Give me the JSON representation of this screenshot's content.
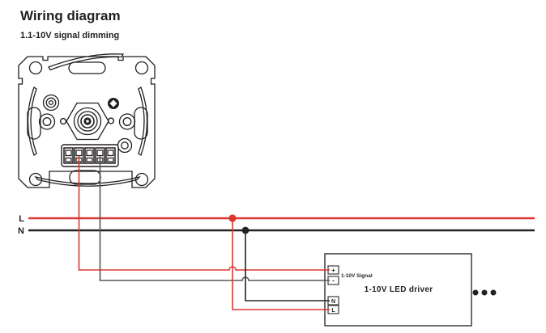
{
  "title": "Wiring diagram",
  "subtitle": "1.1-10V signal dimming",
  "mains": {
    "live_label": "L",
    "neutral_label": "N"
  },
  "driver": {
    "name": "1-10V LED driver",
    "signal_label": "1-10V Signal",
    "terminals": [
      {
        "label": "+"
      },
      {
        "label": "-"
      },
      {
        "label": "N"
      },
      {
        "label": "L"
      }
    ]
  },
  "colors": {
    "live": "#dc3732",
    "neutral": "#232323",
    "signal_negative": "#57585b",
    "outline": "#231f20"
  }
}
